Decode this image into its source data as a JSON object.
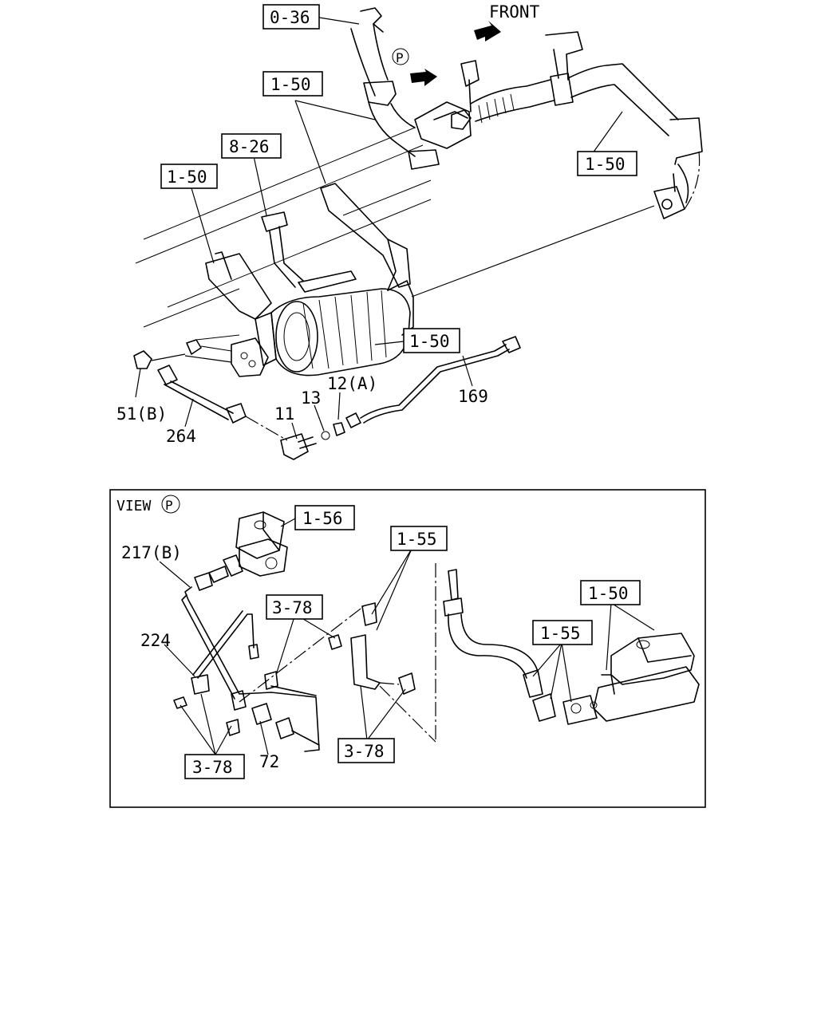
{
  "diagram": {
    "front_label": "FRONT",
    "view_marker": "P",
    "view_label": "VIEW",
    "refs": {
      "r036": "0-36",
      "r150_top": "1-50",
      "r150_right": "1-50",
      "r826": "8-26",
      "r150_left": "1-50",
      "r150_center": "1-50",
      "r156": "1-56",
      "r155_top": "1-55",
      "r378_top": "3-78",
      "r378_bottom_left": "3-78",
      "r378_bottom_right": "3-78",
      "r150_view": "1-50",
      "r155_view": "1-55"
    },
    "parts": {
      "p51b": "51(B)",
      "p264": "264",
      "p11": "11",
      "p13": "13",
      "p12a": "12(A)",
      "p169": "169",
      "p217b": "217(B)",
      "p224": "224",
      "p72": "72"
    }
  }
}
